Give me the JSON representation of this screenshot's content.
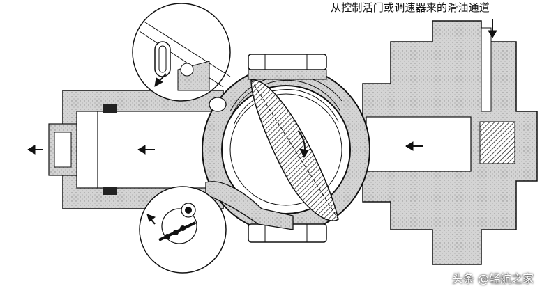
{
  "caption": {
    "text": "从控制活门或调速器来的滑油通道"
  },
  "watermark": {
    "text": "头条 @轻航之家"
  },
  "colors": {
    "stipple": "#bdbdbd",
    "stroke": "#111111",
    "hatch": "#2a2a2a",
    "paper": "#ffffff"
  },
  "flow_arrows": {
    "direction": "left"
  }
}
